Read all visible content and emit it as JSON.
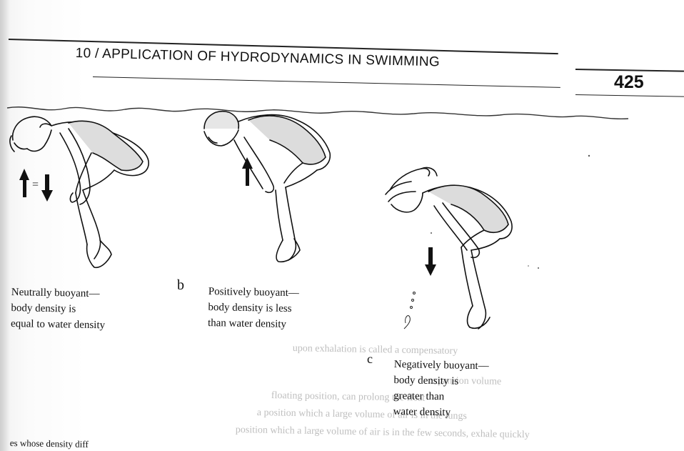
{
  "header": {
    "running_head": "10 / APPLICATION OF HYDRODYNAMICS IN SWIMMING",
    "page_number": "425"
  },
  "figure": {
    "panels": [
      {
        "letter": "",
        "caption_lines": [
          "Neutrally buoyant—",
          "body density is",
          "equal to water density"
        ],
        "arrow_label": "="
      },
      {
        "letter": "b",
        "caption_lines": [
          "Positively buoyant—",
          "body density is less",
          "than water density"
        ]
      },
      {
        "letter": "c",
        "caption_lines": [
          "Negatively buoyant—",
          "body density is",
          "greater than",
          "water density"
        ]
      }
    ]
  },
  "bleed_through": {
    "lines": [
      "upon exhalation is called a compensatory",
      "expansion volume",
      "floating position, can prolong the float",
      "a position which a large volume of air is in the lungs",
      "position which a large volume of air is in the few seconds, exhale quickly"
    ],
    "bottom_fragment": "es whose density diff"
  }
}
